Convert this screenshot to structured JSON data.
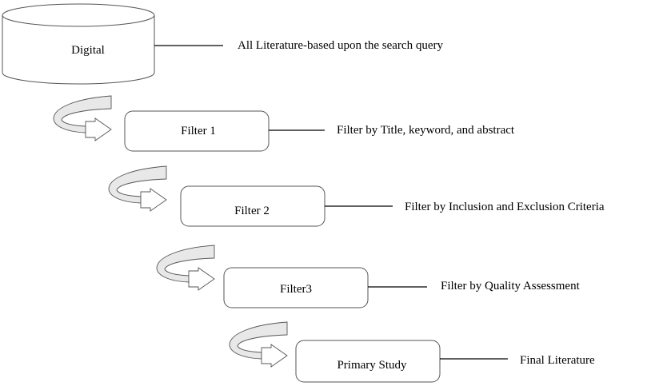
{
  "colors": {
    "stroke": "#555555",
    "band": "#e8e8e8",
    "line": "#000000"
  },
  "nodes": [
    {
      "id": "digital",
      "label": "Digital",
      "shape": "cylinder",
      "description": "All Literature-based upon the search query"
    },
    {
      "id": "filter-1",
      "label": "Filter 1",
      "shape": "rounded-rect",
      "description": "Filter by Title, keyword, and abstract"
    },
    {
      "id": "filter-2",
      "label": "Filter 2",
      "shape": "rounded-rect",
      "description": "Filter by Inclusion and Exclusion Criteria"
    },
    {
      "id": "filter-3",
      "label": "Filter3",
      "shape": "rounded-rect",
      "description": "Filter by Quality Assessment"
    },
    {
      "id": "primary-study",
      "label": "Primary Study",
      "shape": "rounded-rect",
      "description": "Final Literature"
    }
  ],
  "edges": [
    {
      "from": "digital",
      "to": "filter-1",
      "style": "curved-arrow"
    },
    {
      "from": "filter-1",
      "to": "filter-2",
      "style": "curved-arrow"
    },
    {
      "from": "filter-2",
      "to": "filter-3",
      "style": "curved-arrow"
    },
    {
      "from": "filter-3",
      "to": "primary-study",
      "style": "curved-arrow"
    }
  ]
}
